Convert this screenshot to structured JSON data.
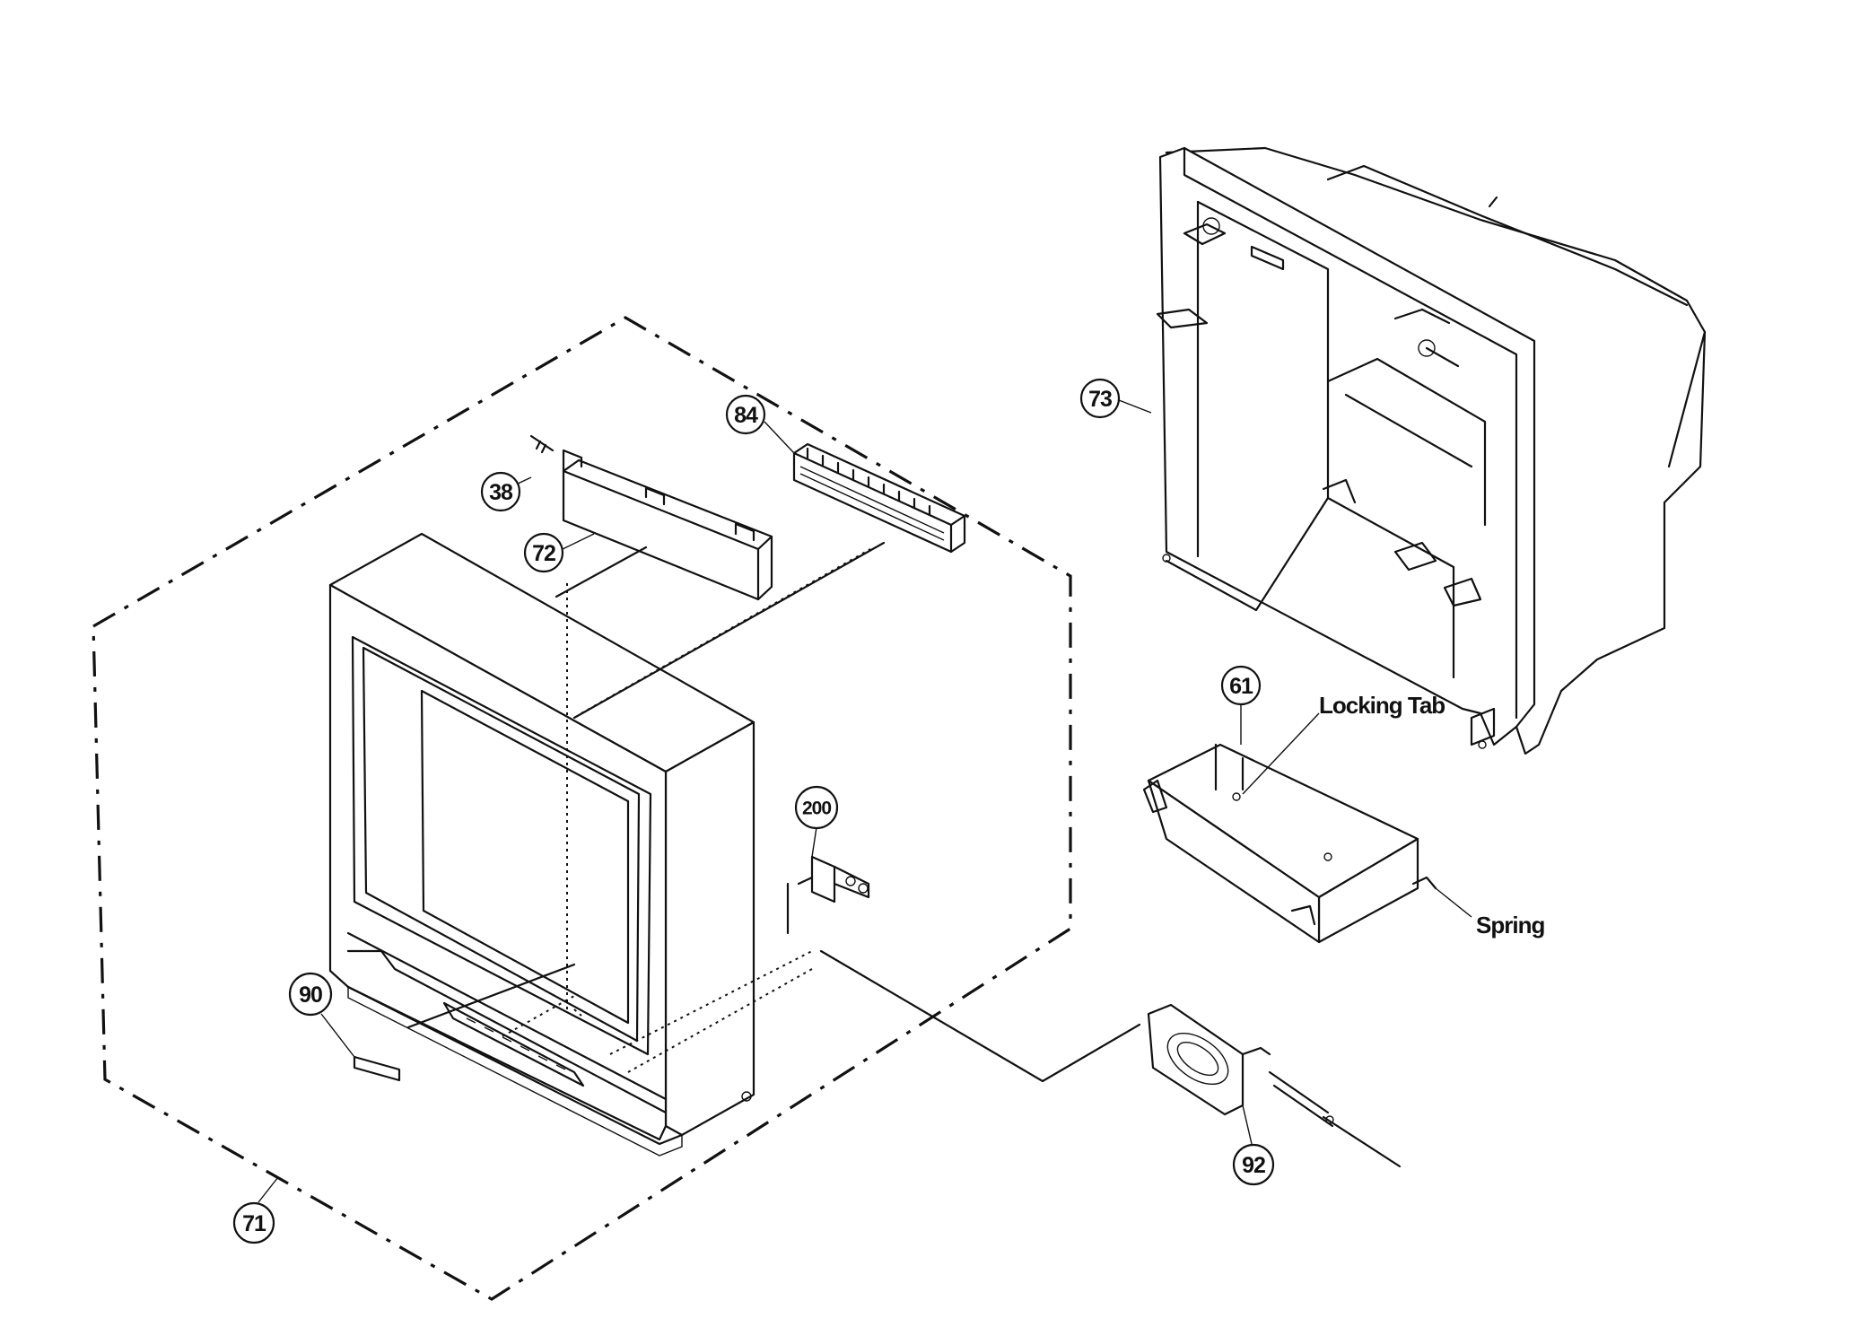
{
  "callouts": {
    "p38": "38",
    "p72": "72",
    "p84": "84",
    "p73": "73",
    "p61": "61",
    "p200": "200",
    "p90": "90",
    "p92": "92",
    "p71": "71"
  },
  "labels": {
    "locking_tab": "Locking Tab",
    "spring": "Spring"
  }
}
